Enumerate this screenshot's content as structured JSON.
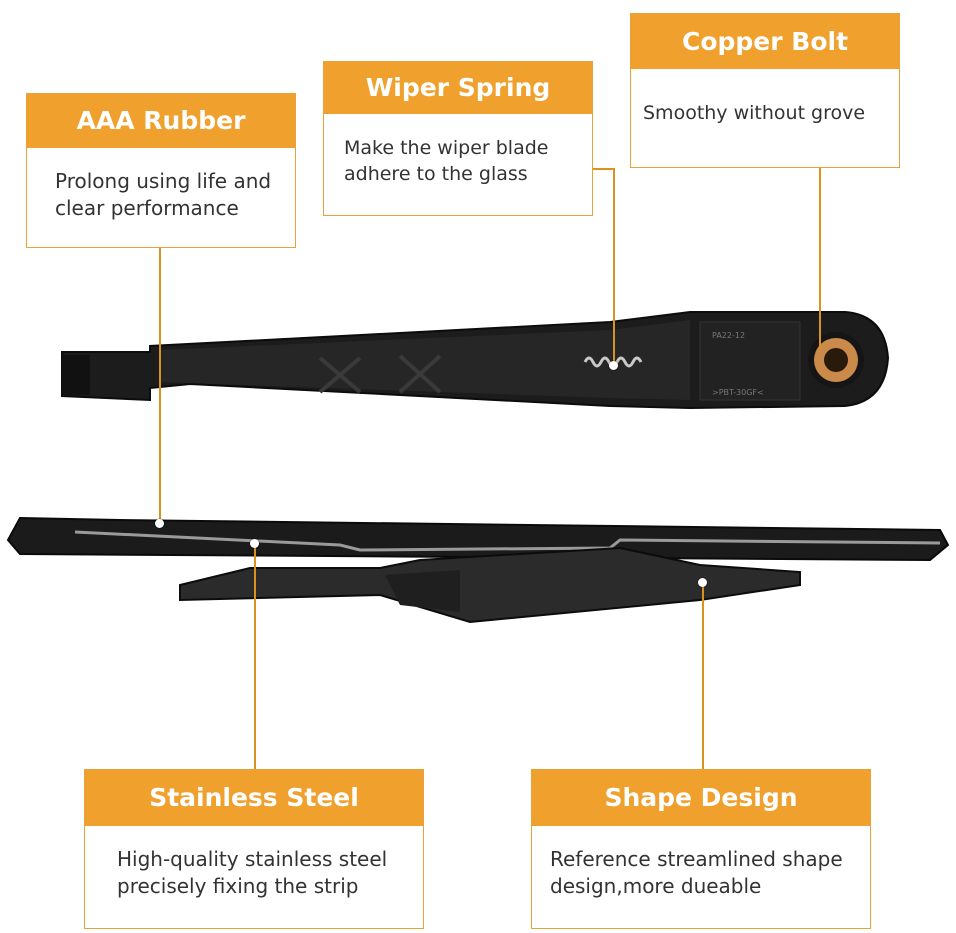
{
  "callouts": {
    "rubber": {
      "title": "AAA Rubber",
      "desc": "Prolong using life and clear performance"
    },
    "spring": {
      "title": "Wiper Spring",
      "desc": "Make the wiper blade adhere to the glass"
    },
    "bolt": {
      "title": "Copper Bolt",
      "desc": "Smoothy without grove"
    },
    "steel": {
      "title": "Stainless Steel Shrapnel",
      "desc": "High-quality stainless steel precisely fixing the strip"
    },
    "shape": {
      "title": "Shape Design",
      "desc": "Reference streamlined shape design,more dueable"
    }
  },
  "arm_markings": {
    "part_code": "PA22-12",
    "material": ">PBT-30GF<"
  },
  "colors": {
    "accent": "#f0a02c",
    "line": "#d9921f",
    "product": "#1c1c1c",
    "copper": "#c98a4a"
  }
}
